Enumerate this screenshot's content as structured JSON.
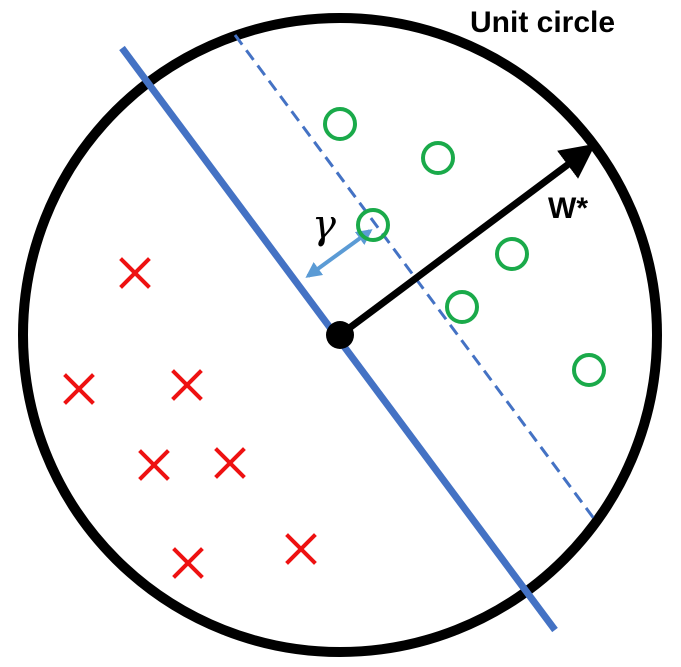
{
  "labels": {
    "circle": "Unit circle",
    "weight_vector": "W*",
    "margin": "γ"
  },
  "colors": {
    "circle": "#000000",
    "boundary": "#4472c4",
    "margin_arrow": "#5b9bd5",
    "weight_vector": "#000000",
    "positive": "#1aaa4a",
    "negative": "#ee1111"
  },
  "markers": {
    "positive_shape": "circle",
    "negative_shape": "cross"
  }
}
